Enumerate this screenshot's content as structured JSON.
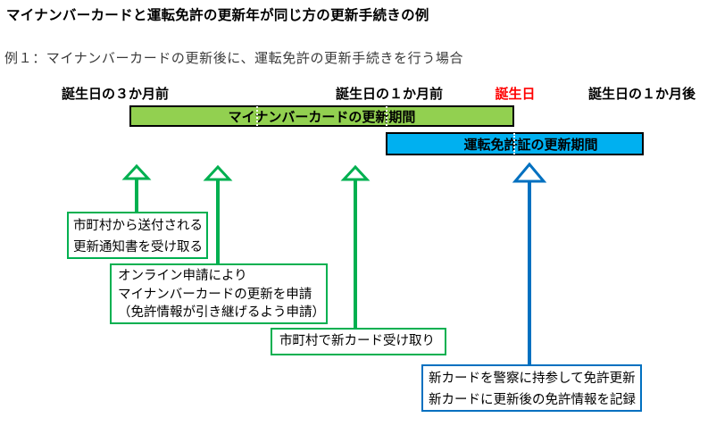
{
  "title": "マイナンバーカードと運転免許の更新年が同じ方の更新手続きの例",
  "subtitle": "例１：マイナンバーカードの更新後に、運転免許の更新手続きを行う場合",
  "colors": {
    "green": "#00B050",
    "blue": "#0070C0",
    "green_fill": "#92D050",
    "blue_fill": "#00B0F0",
    "red": "#FF0000",
    "black": "#000000"
  },
  "timeline": {
    "labels": [
      {
        "text": "誕生日の３か月前",
        "color": "#000000"
      },
      {
        "text": "誕生日の１か月前",
        "color": "#000000"
      },
      {
        "text": "誕生日",
        "color": "#FF0000"
      },
      {
        "text": "誕生日の１か月後",
        "color": "#000000"
      }
    ],
    "bars": [
      {
        "label": "マイナンバーカードの更新期間",
        "fill": "#92D050",
        "border": "#000000"
      },
      {
        "label": "運転免許証の更新期間",
        "fill": "#00B0F0",
        "border": "#000000"
      }
    ]
  },
  "steps": [
    {
      "arrow_color": "green",
      "lines": [
        "市町村から送付される",
        "更新通知書を受け取る"
      ]
    },
    {
      "arrow_color": "green",
      "lines": [
        "オンライン申請により",
        "マイナンバーカードの更新を申請",
        "（免許情報が引き継げるよう申請）"
      ]
    },
    {
      "arrow_color": "green",
      "lines": [
        "市町村で新カード受け取り"
      ]
    },
    {
      "arrow_color": "blue",
      "lines": [
        "新カードを警察に持参して免許更新",
        "新カードに更新後の免許情報を記録"
      ]
    }
  ]
}
